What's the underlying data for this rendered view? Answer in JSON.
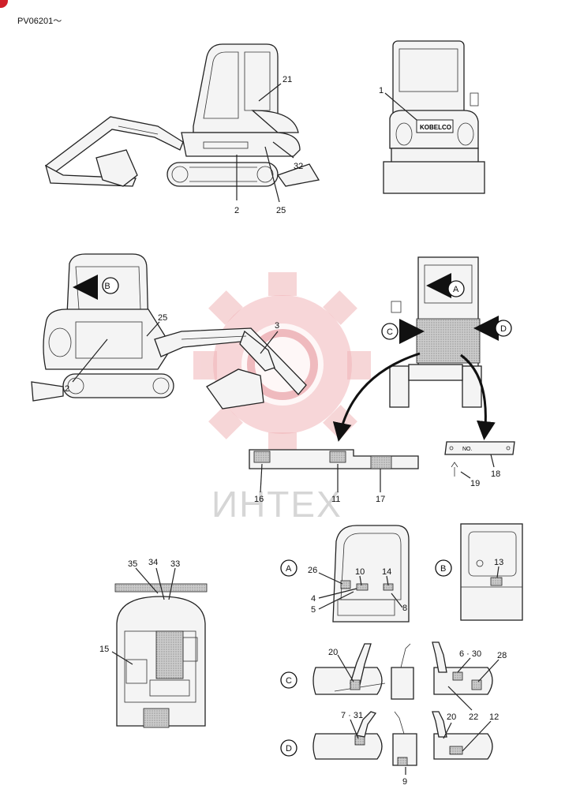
{
  "header": {
    "code": "PV06201～"
  },
  "watermark": {
    "text": "ИНТЕХ"
  },
  "views": {
    "side_left": {
      "callouts": [
        "21",
        "32",
        "25",
        "2"
      ]
    },
    "rear": {
      "callouts": [
        "1"
      ],
      "brand": "KOBELCO"
    },
    "side_right": {
      "callouts": [
        "25",
        "3",
        "2"
      ],
      "view_letter": "B"
    },
    "front_cab": {
      "view_letters": [
        "A",
        "C",
        "D"
      ]
    },
    "parts": {
      "callouts": [
        "16",
        "11",
        "17",
        "18",
        "19"
      ],
      "plate_text": "NO."
    },
    "top_view": {
      "callouts": [
        "35",
        "34",
        "33",
        "15"
      ]
    },
    "detail_a": {
      "letter": "A",
      "callouts": [
        "26",
        "10",
        "14",
        "4",
        "5",
        "8"
      ]
    },
    "detail_b": {
      "letter": "B",
      "callouts": [
        "13"
      ]
    },
    "detail_c": {
      "letter": "C",
      "callouts": [
        "20",
        "6 · 30",
        "28",
        "22"
      ]
    },
    "detail_d": {
      "letter": "D",
      "callouts": [
        "7 · 31",
        "20",
        "12",
        "9"
      ]
    }
  },
  "colors": {
    "watermark_red": "#e8747b",
    "line": "#222222"
  }
}
